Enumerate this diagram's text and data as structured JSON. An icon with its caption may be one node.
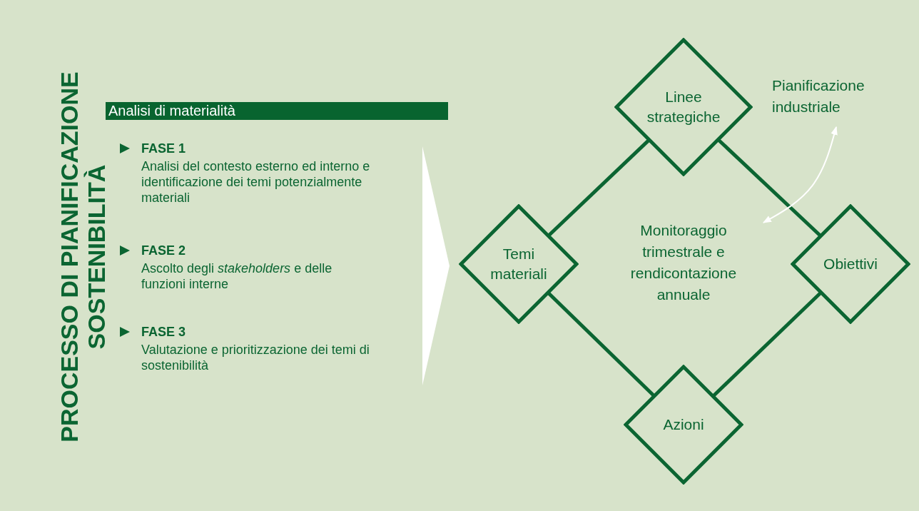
{
  "diagram": {
    "title": "PROCESSO DI PIANIFICAZIONE SOSTENIBILITÀ",
    "nodes": [
      {
        "text": [
          "Analisi di materialità"
        ]
      },
      {
        "text": [
          "Linee strategiche"
        ]
      },
      {
        "text": [
          "Pianificazione industriale"
        ]
      },
      {
        "text": [
          "Temi materiali"
        ]
      },
      {
        "text": [
          "Monitoraggio trimestrale e rendicontazione annuale"
        ]
      },
      {
        "text": [
          "Obiettivi"
        ]
      },
      {
        "text": [
          "Azioni"
        ]
      },
      {
        "text": [],
        "shape": "chevron"
      }
    ],
    "edges": [
      {
        "from": 3,
        "to": 1,
        "arrow": "none"
      },
      {
        "from": 1,
        "to": 5,
        "arrow": "none"
      },
      {
        "from": 5,
        "to": 6,
        "arrow": "none"
      },
      {
        "from": 6,
        "to": 3,
        "arrow": "none"
      },
      {
        "from": 2,
        "to": 4,
        "arrow": "both",
        "color": "#ffffff"
      }
    ],
    "labels": [
      "FASE 1",
      "Analisi del contesto esterno ed interno e identificazione dei temi potenzialmente materiali",
      "FASE 2",
      "Ascolto degli *stakeholders* e delle funzioni interne",
      "FASE 3",
      "Valutazione e prioritizzazione dei temi di sostenibilità"
    ]
  }
}
